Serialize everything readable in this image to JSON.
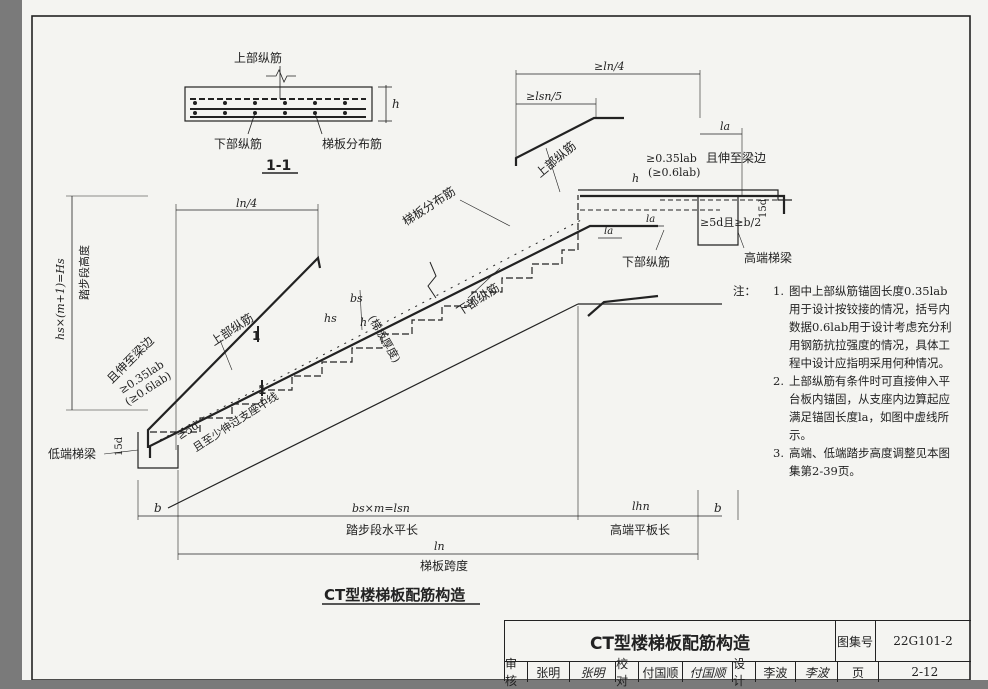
{
  "section": {
    "upper_bar": "上部纵筋",
    "lower_bar": "下部纵筋",
    "dist_bar": "梯板分布筋",
    "h": "h",
    "tag": "1-1"
  },
  "labels": {
    "ln4_left": "ln/4",
    "ln4_right": "≥ln/4",
    "lsn5": "≥lsn/5",
    "la_top": "la",
    "la1": "la",
    "la2": "la",
    "upper_bar_left": "上部纵筋",
    "upper_bar_right": "上部纵筋",
    "dist_bar": "梯板分布筋",
    "lower_bar_mid": "下部纵筋",
    "lower_bar_right": "下部纵筋",
    "anchor_top_1": "≥0.35lab",
    "anchor_top_2": "(≥0.6lab)",
    "extend_beam_top": "且伸至梁边",
    "anchor_left_1": "≥0.35lab",
    "anchor_left_2": "(≥0.6lab)",
    "extend_beam_left": "且伸至梁边",
    "five_d_right": "≥5d且≥b/2",
    "fifteen_d_right": "15d",
    "fifteen_d_left": "15d",
    "five_d_left": "≥5d",
    "past_support": "且至少伸过支座中线",
    "high_beam": "高端梯梁",
    "low_beam": "低端梯梁",
    "hs_formula": "hs×(m+1)=Hs",
    "step_height": "踏步段高度",
    "bs": "bs",
    "hs": "hs",
    "h_slab": "h",
    "slab_thick": "(梯板厚度)",
    "h_top": "h",
    "sec_tag_1": "1",
    "sec_tag_2": "1",
    "b_left": "b",
    "b_right": "b",
    "bs_m": "bs×m=lsn",
    "lhn": "lhn",
    "step_len": "踏步段水平长",
    "high_flat_len": "高端平板长",
    "ln": "ln",
    "span": "梯板跨度"
  },
  "caption": "CT型楼梯板配筋构造",
  "notes": {
    "head": "注：",
    "items": [
      {
        "num": "1.",
        "text": "图中上部纵筋锚固长度0.35lab用于设计按铰接的情况，括号内数据0.6lab用于设计考虑充分利用钢筋抗拉强度的情况，具体工程中设计应指明采用何种情况。"
      },
      {
        "num": "2.",
        "text": "上部纵筋有条件时可直接伸入平台板内锚固，从支座内边算起应满足锚固长度la，如图中虚线所示。"
      },
      {
        "num": "3.",
        "text": "高端、低端踏步高度调整见本图集第2-39页。"
      }
    ]
  },
  "title_block": {
    "title": "CT型楼梯板配筋构造",
    "atlas_label": "图集号",
    "atlas_no": "22G101-2",
    "review": "审核",
    "reviewer": "张明",
    "reviewer_sig": "张明",
    "check": "校对",
    "checker": "付国顺",
    "checker_sig": "付国顺",
    "design": "设计",
    "designer": "李波",
    "designer_sig": "李波",
    "page_label": "页",
    "page_no": "2-12"
  }
}
